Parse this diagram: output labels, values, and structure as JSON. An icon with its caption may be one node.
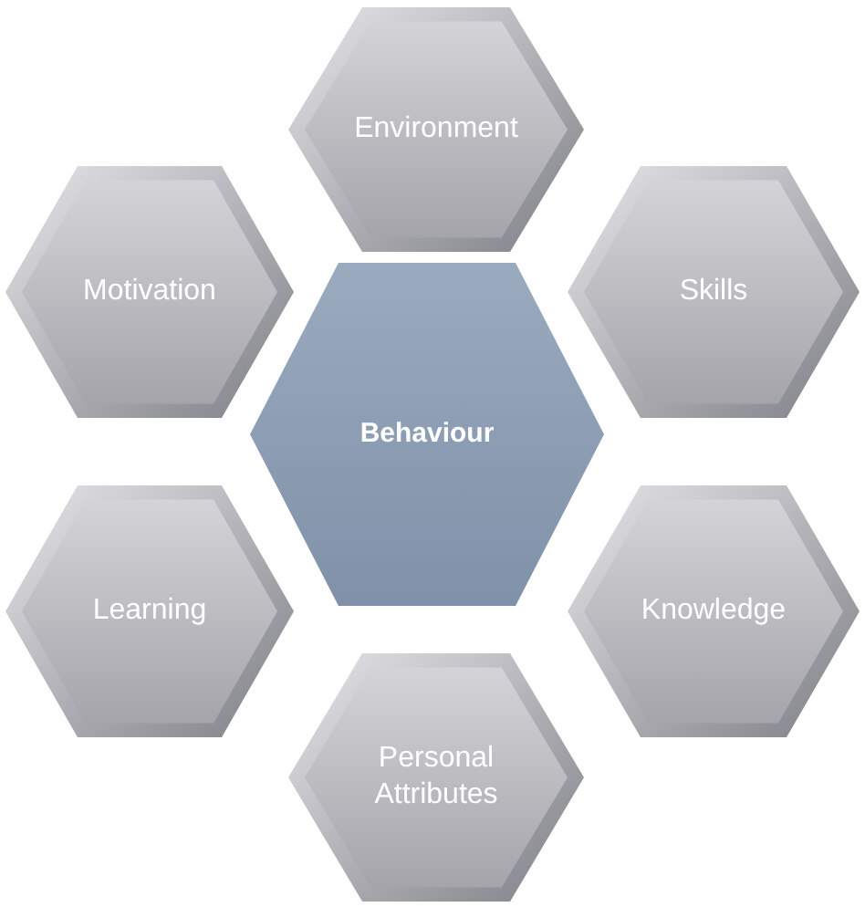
{
  "diagram": {
    "nodes": [
      {
        "text": [
          "Environment"
        ]
      },
      {
        "text": [
          "Motivation"
        ]
      },
      {
        "text": [
          "Skills"
        ]
      },
      {
        "text": [
          "Behaviour"
        ]
      },
      {
        "text": [
          "Learning"
        ]
      },
      {
        "text": [
          "Knowledge"
        ]
      },
      {
        "text": [
          "Personal Attributes"
        ]
      }
    ]
  }
}
